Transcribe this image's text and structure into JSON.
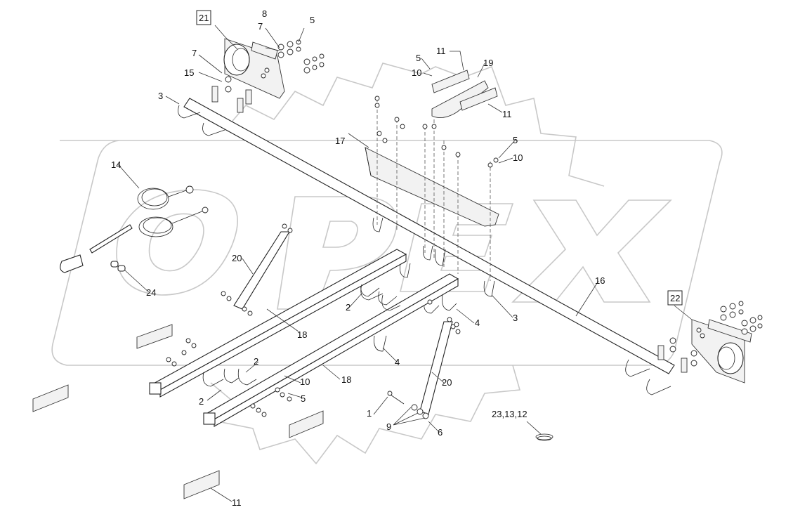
{
  "callouts": {
    "c1": "1",
    "c2a": "2",
    "c2b": "2",
    "c2c": "2",
    "c3a": "3",
    "c3b": "3",
    "c4a": "4",
    "c4b": "4",
    "c5a": "5",
    "c5b": "5",
    "c5c": "5",
    "c5d": "5",
    "c6": "6",
    "c7a": "7",
    "c7b": "7",
    "c8": "8",
    "c9": "9",
    "c10a": "10",
    "c10b": "10",
    "c10c": "10",
    "c11a": "11",
    "c11b": "11",
    "c11c": "11",
    "c14": "14",
    "c15": "15",
    "c16": "16",
    "c17": "17",
    "c18a": "18",
    "c18b": "18",
    "c19": "19",
    "c20a": "20",
    "c20b": "20",
    "c21": "21",
    "c22": "22",
    "c23": "23,13,12",
    "c24": "24"
  }
}
